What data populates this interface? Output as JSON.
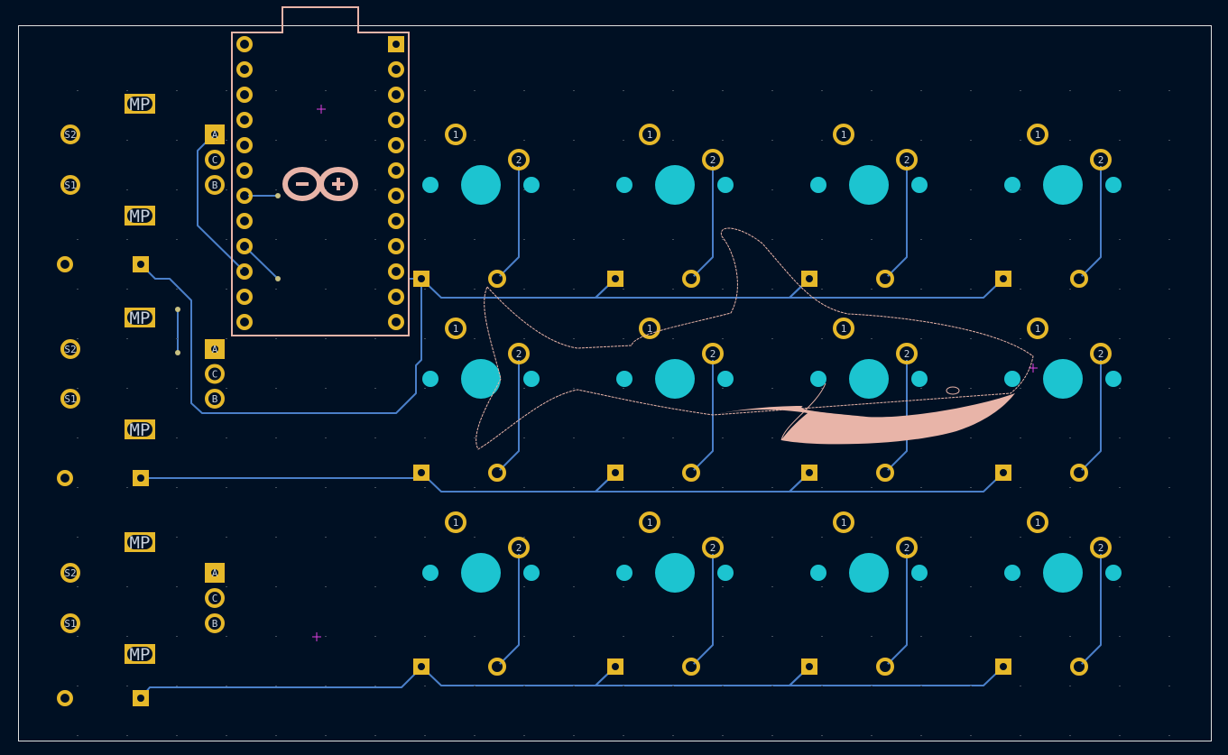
{
  "board": {
    "title": "Keypad PCB layout"
  },
  "colors": {
    "background": "#001023",
    "pad": "#e6b82a",
    "track": "#4a7fc8",
    "npth": "#1cc4d0",
    "outline": "#e8b4a8",
    "silk": "#e8b4a8",
    "marker": "#e040e0"
  },
  "mounting_label": "MP",
  "switch": {
    "pad1_label": "1",
    "pad2_label": "2"
  },
  "encoder": {
    "labels": [
      "S2",
      "S1"
    ],
    "pins": [
      "A",
      "C",
      "B"
    ]
  },
  "grid": {
    "columns": 4,
    "rows": 3
  },
  "encoders_count": 3,
  "controller": {
    "pins_per_side": 12,
    "logo": "arduino-logo"
  }
}
